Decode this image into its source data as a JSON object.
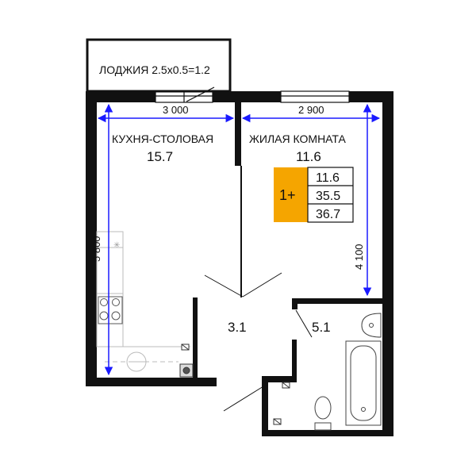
{
  "loggia": {
    "label": "ЛОДЖИЯ 2.5x0.5=1.2"
  },
  "rooms": {
    "kitchen": {
      "name": "КУХНЯ-СТОЛОВАЯ",
      "area": "15.7"
    },
    "living": {
      "name": "ЖИЛАЯ КОМНАТА",
      "area": "11.6"
    },
    "hall": {
      "area": "3.1"
    },
    "bathroom": {
      "area": "5.1"
    }
  },
  "dimensions": {
    "kitchen_width": "3 000",
    "living_width": "2 900",
    "kitchen_depth": "5 800",
    "living_depth": "4 100"
  },
  "summary_badge": {
    "type": "1+",
    "living_area": "11.6",
    "total_area": "35.5",
    "area_with_loggia": "36.7",
    "color": "#f5a500"
  },
  "colors": {
    "wall": "#111111",
    "dimension": "#1a1aff"
  }
}
